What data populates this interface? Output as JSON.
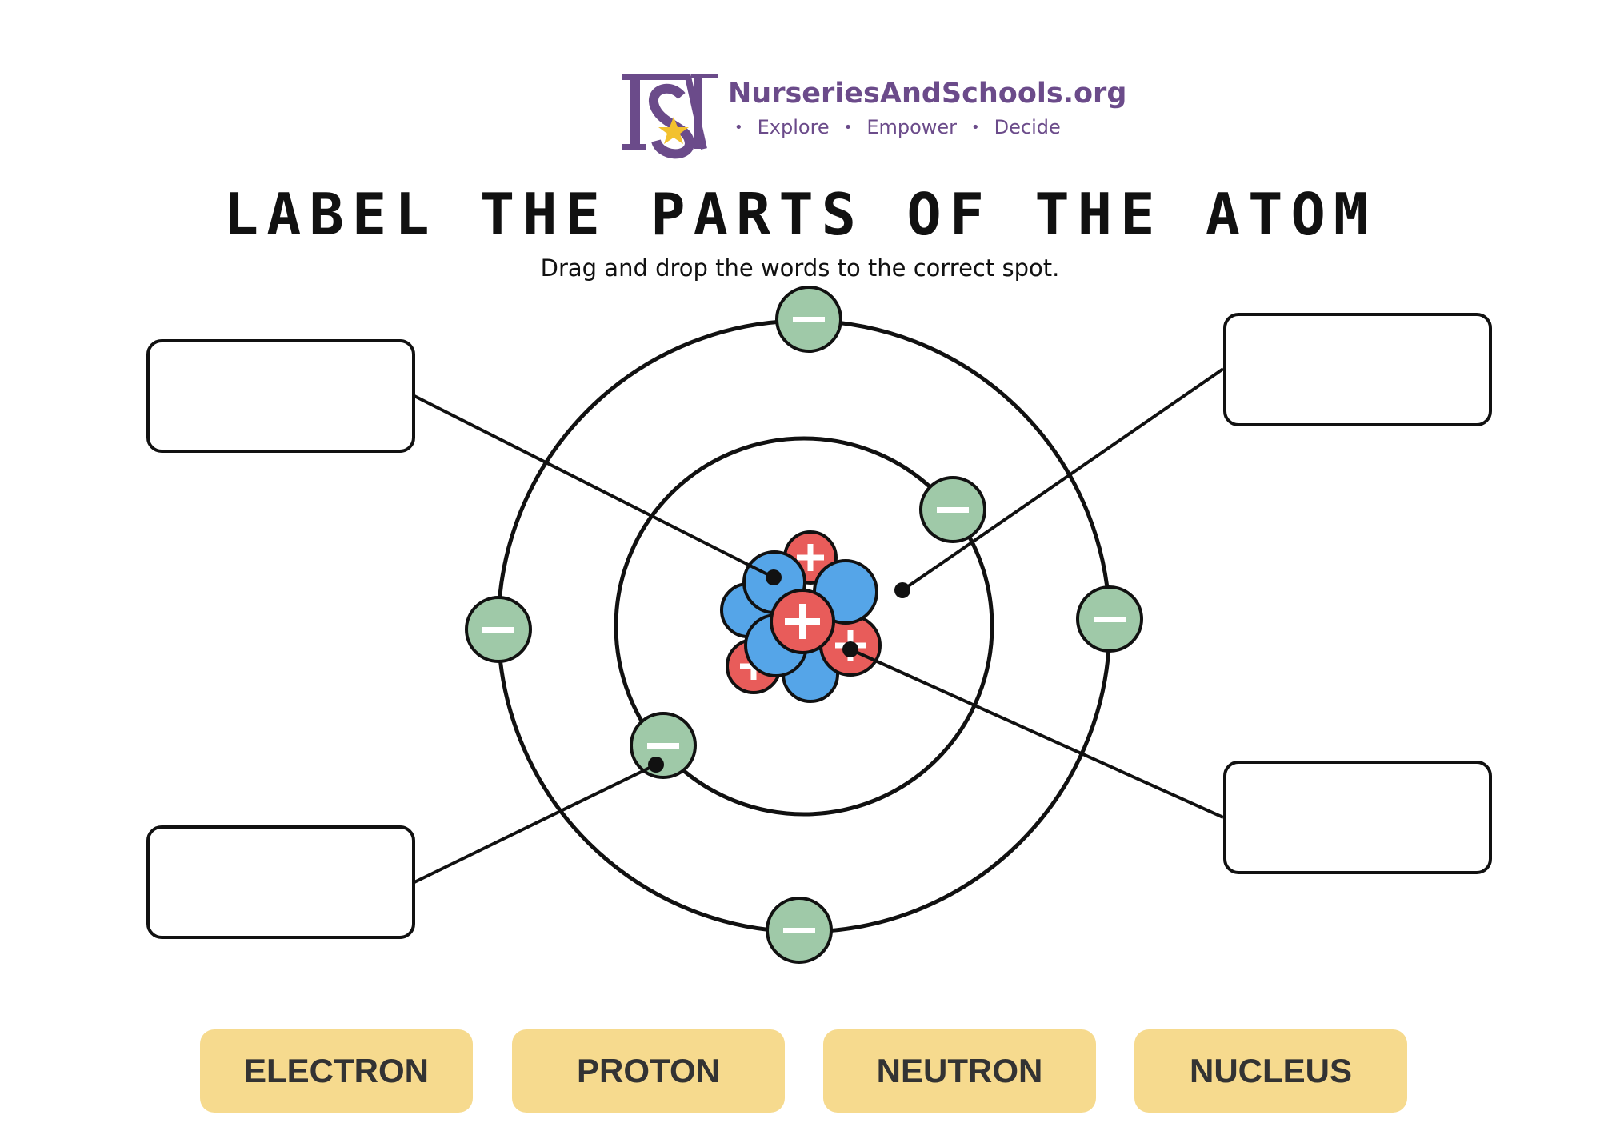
{
  "logo": {
    "monogram": "NS",
    "brand_name": "NurseriesAndSchools.org",
    "tagline": [
      "Explore",
      "Empower",
      "Decide"
    ],
    "brand_color": "#6b4b8a",
    "star_color": "#f2c12e"
  },
  "header": {
    "title": "LABEL THE PARTS OF THE ATOM",
    "subtitle": "Drag and drop the words to the correct spot."
  },
  "diagram": {
    "electron_symbol": "−",
    "proton_symbol": "+",
    "colors": {
      "electron": "#9fc9a8",
      "proton": "#e85c5a",
      "neutron": "#55a5e8"
    },
    "drop_boxes": [
      {
        "id": "top-left",
        "value": ""
      },
      {
        "id": "top-right",
        "value": ""
      },
      {
        "id": "bottom-left",
        "value": ""
      },
      {
        "id": "bottom-right",
        "value": ""
      }
    ]
  },
  "word_bank": [
    {
      "label": "ELECTRON"
    },
    {
      "label": "PROTON"
    },
    {
      "label": "NEUTRON"
    },
    {
      "label": "NUCLEUS"
    }
  ],
  "word_color": "#f6da8e"
}
